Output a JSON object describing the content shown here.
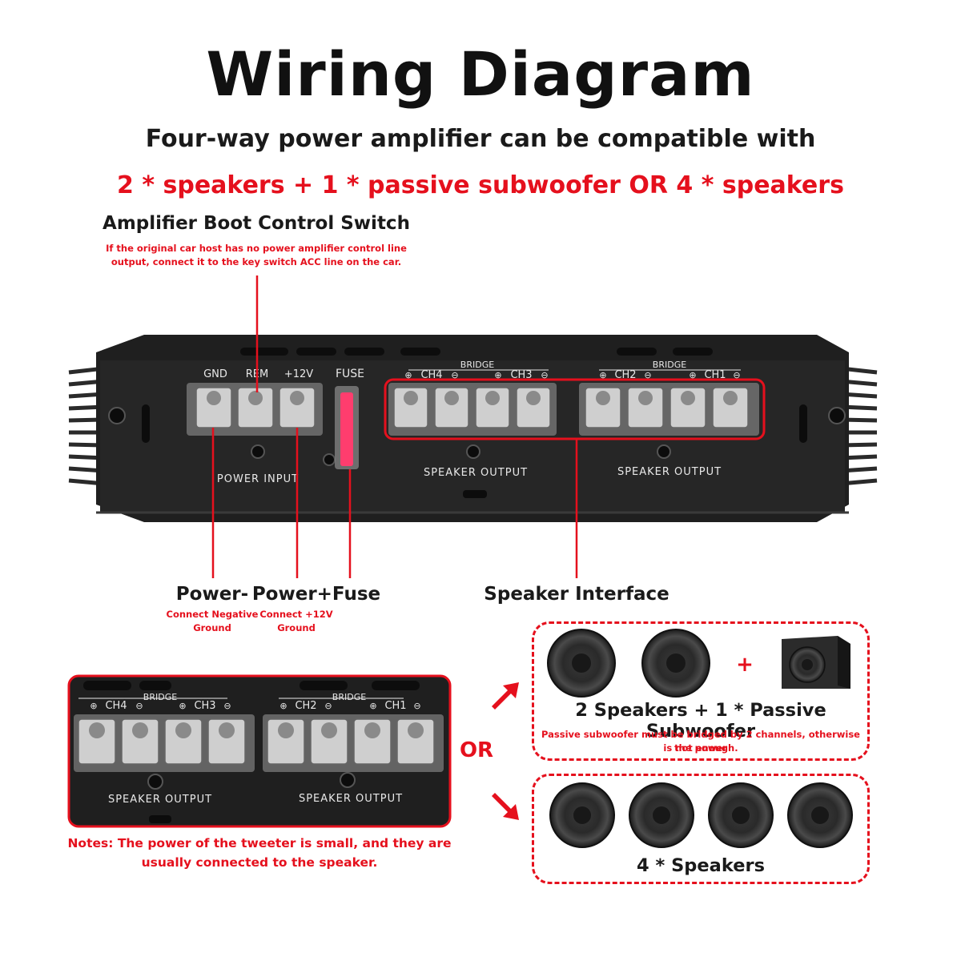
{
  "header": {
    "title": "Wiring Diagram",
    "subtitle": "Four-way power amplifier can be compatible with",
    "config_line": "2 * speakers + 1 * passive subwoofer OR 4 * speakers"
  },
  "callouts": {
    "boot_switch": {
      "title": "Amplifier Boot Control Switch",
      "note_line1": "If the original car host has no power amplifier control line",
      "note_line2": "output, connect it to the key switch ACC line on the car."
    },
    "power_minus": {
      "title": "Power-",
      "note_line1": "Connect Negative",
      "note_line2": "Ground"
    },
    "power_plus": {
      "title": "Power+Fuse",
      "note_line1": "Connect +12V",
      "note_line2": "Ground"
    },
    "speaker_interface": {
      "title": "Speaker Interface"
    }
  },
  "amplifier": {
    "power_labels": {
      "gnd": "GND",
      "rem": "REM",
      "plus12": "+12V",
      "fuse": "FUSE"
    },
    "power_input": "POWER INPUT",
    "bridge": "BRIDGE",
    "channels": {
      "ch4": "CH4",
      "ch3": "CH3",
      "ch2": "CH2",
      "ch1": "CH1"
    },
    "plus_sign": "⊕",
    "minus_sign": "⊖",
    "speaker_output": "SPEAKER OUTPUT"
  },
  "inset_note": {
    "line1": "Notes: The power of the tweeter is small, and they are",
    "line2": "usually connected to the speaker."
  },
  "or_label": "OR",
  "option_a": {
    "plus": "+",
    "title": "2 Speakers + 1 * Passive Subwoofer",
    "note_line1": "Passive subwoofer must be bridged by 2 channels, otherwise the power",
    "note_line2": "is not enough."
  },
  "option_b": {
    "title": "4 * Speakers"
  },
  "colors": {
    "accent": "#e5101d",
    "amp_body": "#1f1f1f",
    "text": "#1a1a1a"
  }
}
